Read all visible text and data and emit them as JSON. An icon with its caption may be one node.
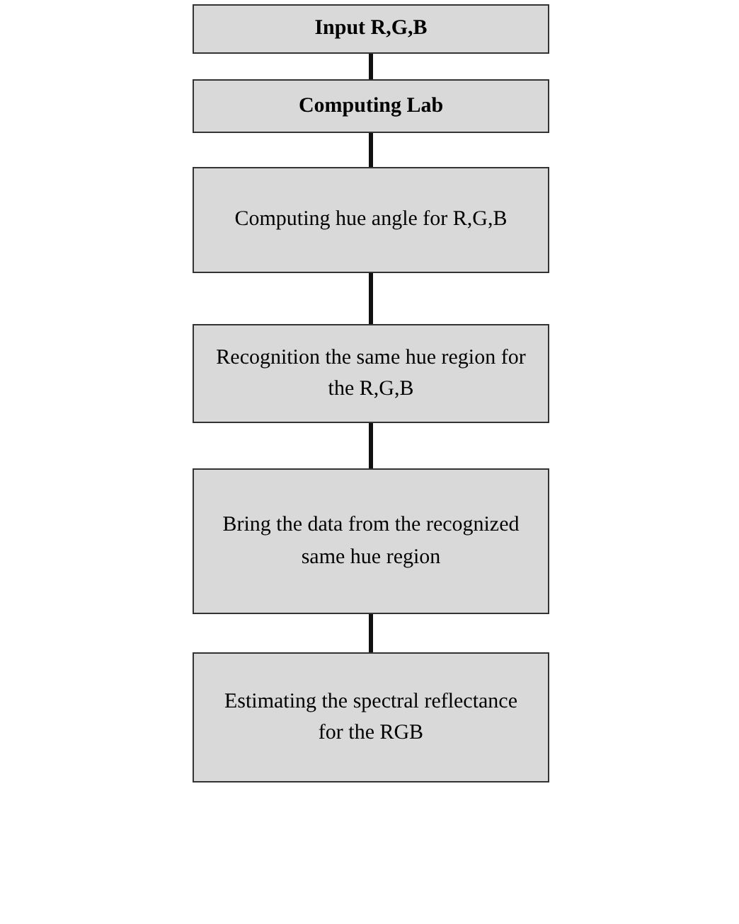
{
  "diagram": {
    "nodes": [
      {
        "text": [
          "Input R,G,B"
        ]
      },
      {
        "text": [
          "Computing Lab"
        ]
      },
      {
        "text": [
          "Computing hue angle for R,G,B"
        ]
      },
      {
        "text": [
          "Recognition the same hue region for the R,G,B"
        ]
      },
      {
        "text": [
          "Bring the data from the recognized same hue region"
        ]
      },
      {
        "text": [
          "Estimating the spectral reflectance for the RGB"
        ]
      }
    ],
    "edges": [
      {
        "from": 0,
        "to": 1,
        "arrow": "none"
      },
      {
        "from": 1,
        "to": 2,
        "arrow": "none"
      },
      {
        "from": 2,
        "to": 3,
        "arrow": "none"
      },
      {
        "from": 3,
        "to": 4,
        "arrow": "none"
      },
      {
        "from": 4,
        "to": 5,
        "arrow": "none"
      }
    ]
  }
}
